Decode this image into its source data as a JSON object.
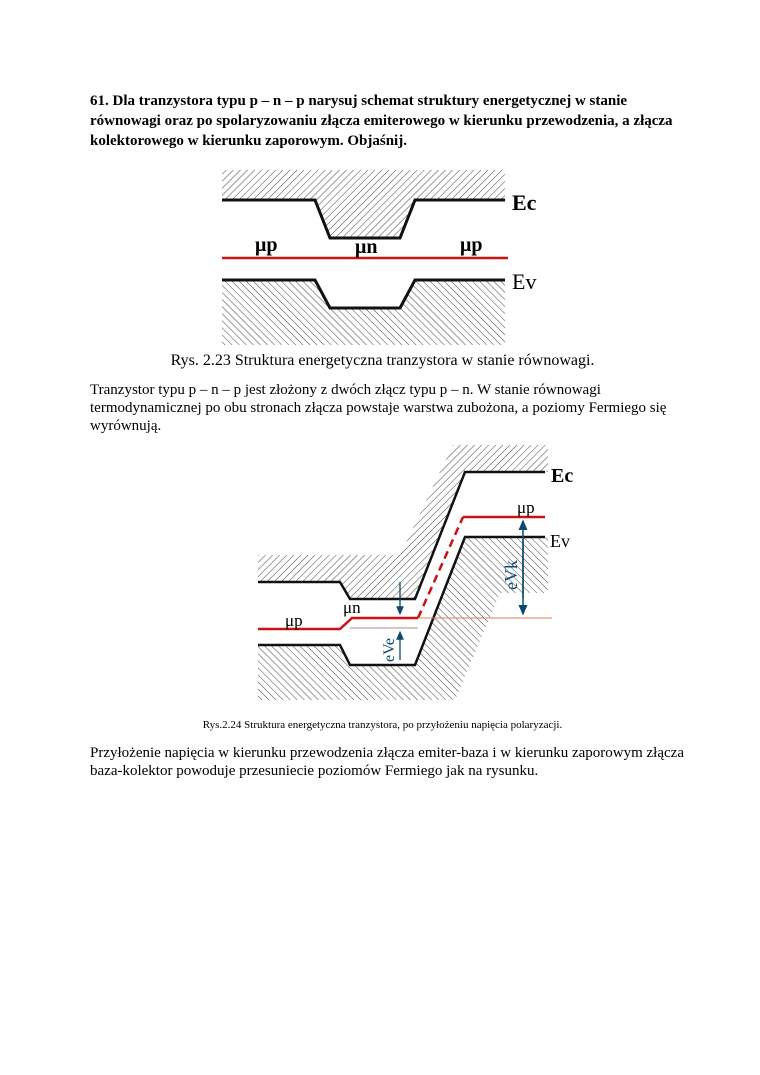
{
  "question": "61. Dla tranzystora typu p – n – p narysuj schemat struktury energetycznej w stanie równowagi oraz po spolaryzowaniu złącza emiterowego w kierunku przewodzenia, a złącza kolektorowego w kierunku zaporowym. Objaśnij.",
  "figure1": {
    "labels": {
      "mu_p_left": "μp",
      "mu_n": "μn",
      "mu_p_right": "μp",
      "Ec": "Ec",
      "Ev": "Ev"
    },
    "caption": "Rys. 2.23 Struktura energetyczna tranzystora w stanie równowagi."
  },
  "paragraph1": "Tranzystor typu p – n – p jest złożony z dwóch złącz typu p – n. W stanie równowagi termodynamicznej po obu stronach złącza powstaje warstwa zubożona, a poziomy Fermiego się wyrównują.",
  "figure2": {
    "labels": {
      "mu_p_left": "μp",
      "mu_n": "μn",
      "mu_p_right": "μp",
      "Ec": "Ec",
      "Ev": "Ev",
      "eVe": "eVe",
      "eVk": "eVk"
    },
    "caption": "Rys.2.24 Struktura energetyczna tranzystora, po przyłożeniu napięcia polaryzacji."
  },
  "paragraph2": "Przyłożenie napięcia w kierunku przewodzenia złącza emiter-baza i w kierunku zaporowym złącza baza-kolektor powoduje przesuniecie poziomów Fermiego jak na rysunku.",
  "colors": {
    "fermi": "#cc1111",
    "arrow": "#0b4a6e"
  }
}
